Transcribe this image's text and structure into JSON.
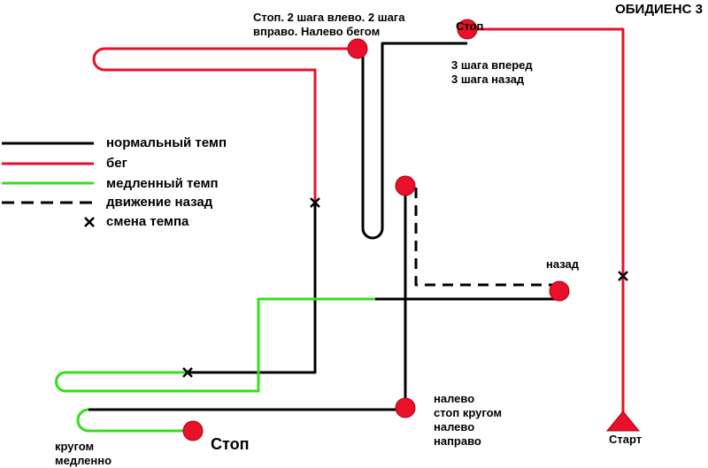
{
  "title": "ОБИДИЕНС 3",
  "colors": {
    "normal": "#000000",
    "run": "#e8102a",
    "slow": "#33e01a",
    "station": "#e8102a",
    "station_stroke": "#b00010"
  },
  "legend": [
    {
      "key": "normal",
      "style": "solid-black",
      "label": "нормальный темп"
    },
    {
      "key": "run",
      "style": "solid-red",
      "label": "бег"
    },
    {
      "key": "slow",
      "style": "solid-green",
      "label": "медленный темп"
    },
    {
      "key": "back",
      "style": "dashed-black",
      "label": "движение назад"
    },
    {
      "key": "change",
      "style": "cross",
      "label": "смена темпа"
    }
  ],
  "stations": {
    "start": "Старт",
    "stop_top": "Стоп",
    "steps_fwd_back": "3 шага вперед\n3 шага назад",
    "stop_left_right": "Стоп. 2 шага влево. 2 шага\nвправо. Налево бегом",
    "back": "назад",
    "turns": "налево\nстоп кругом\nналево\nнаправо",
    "around_slow": "кругом\nмедленно",
    "stop_end": "Стоп"
  }
}
